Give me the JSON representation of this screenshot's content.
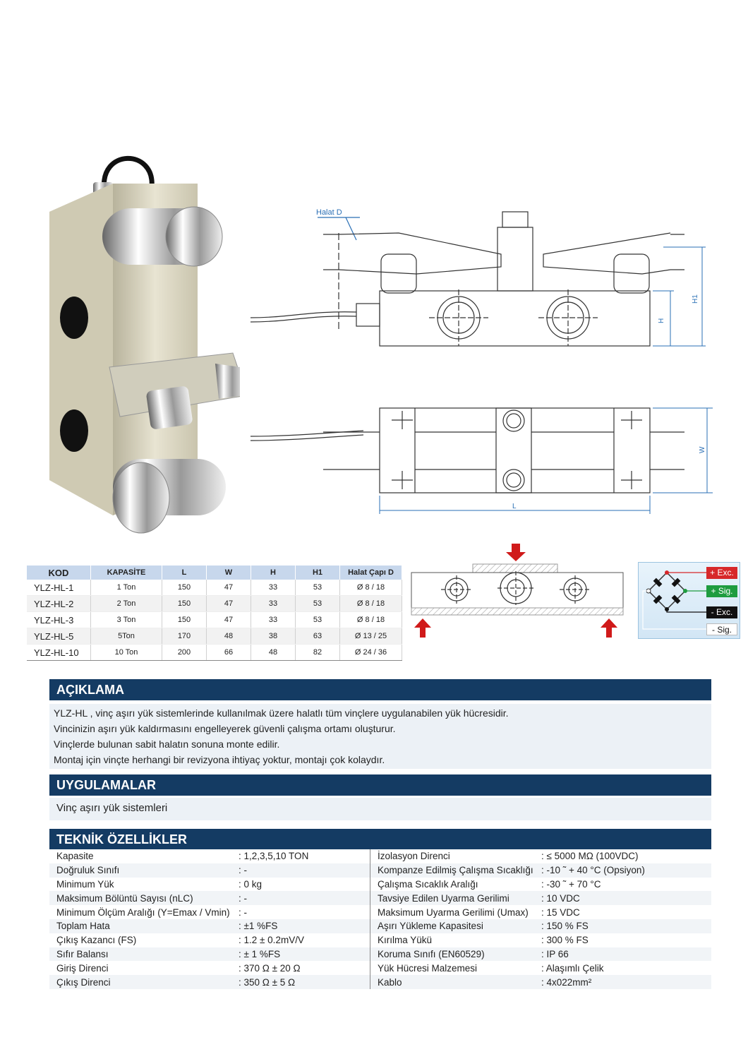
{
  "drawing": {
    "halat_label": "Halat D",
    "dim_h1": "H1",
    "dim_h": "H",
    "dim_w": "W",
    "dim_l": "L"
  },
  "wiring": {
    "exc_plus": "+ Exc.",
    "sig_plus": "+ Sig.",
    "exc_minus": "- Exc.",
    "sig_minus": "- Sig.",
    "colors": {
      "exc_plus": "#d7282a",
      "sig_plus": "#1e9c3f",
      "exc_minus": "#111111",
      "sig_minus": "#ffffff"
    }
  },
  "models_table": {
    "headers": [
      "KOD",
      "KAPASİTE",
      "L",
      "W",
      "H",
      "H1",
      "Halat Çapı D"
    ],
    "rows": [
      [
        "YLZ-HL-1",
        "1 Ton",
        "150",
        "47",
        "33",
        "53",
        "Ø 8 / 18"
      ],
      [
        "YLZ-HL-2",
        "2 Ton",
        "150",
        "47",
        "33",
        "53",
        "Ø 8 / 18"
      ],
      [
        "YLZ-HL-3",
        "3 Ton",
        "150",
        "47",
        "33",
        "53",
        "Ø 8 / 18"
      ],
      [
        "YLZ-HL-5",
        "5Ton",
        "170",
        "48",
        "38",
        "63",
        "Ø 13 / 25"
      ],
      [
        "YLZ-HL-10",
        "10 Ton",
        "200",
        "66",
        "48",
        "82",
        "Ø 24 / 36"
      ]
    ]
  },
  "aciklama": {
    "title": "AÇIKLAMA",
    "lines": [
      "YLZ-HL , vinç aşırı yük sistemlerinde kullanılmak üzere halatlı tüm vinçlere uygulanabilen yük hücresidir.",
      "Vincinizin aşırı yük kaldırmasını engelleyerek güvenli çalışma ortamı oluşturur.",
      "Vinçlerde bulunan sabit halatın sonuna monte edilir.",
      "Montaj için vinçte herhangi bir revizyona ihtiyaç yoktur, montajı çok kolaydır."
    ]
  },
  "uygulamalar": {
    "title": "UYGULAMALAR",
    "text": "Vinç aşırı yük sistemleri"
  },
  "teknik": {
    "title": "TEKNİK ÖZELLİKLER",
    "left": [
      {
        "k": "Kapasite",
        "v": ":   1,2,3,5,10 TON"
      },
      {
        "k": "Doğruluk Sınıfı",
        "v": ": -"
      },
      {
        "k": "Minimum Yük",
        "v": ": 0 kg"
      },
      {
        "k": "Maksimum Bölüntü Sayısı (nLC)",
        "v": ": -"
      },
      {
        "k": "Minimum Ölçüm Aralığı (Y=Emax / Vmin)",
        "v": ": -"
      },
      {
        "k": "Toplam Hata",
        "v": ": ±1 %FS"
      },
      {
        "k": "Çıkış Kazancı (FS)",
        "v": ": 1.2  ± 0.2mV/V"
      },
      {
        "k": "Sıfır Balansı",
        "v": ":  ± 1 %FS"
      },
      {
        "k": "Giriş Direnci",
        "v": ": 370 Ω ± 20 Ω"
      },
      {
        "k": "Çıkış Direnci",
        "v": ": 350 Ω ± 5 Ω"
      }
    ],
    "right": [
      {
        "k": "İzolasyon Direnci",
        "v": ":  ≤ 5000 MΩ (100VDC)"
      },
      {
        "k": "Kompanze Edilmiş Çalışma Sıcaklığı",
        "v": ": -10 ˜ + 40  °C (Opsiyon)"
      },
      {
        "k": "Çalışma Sıcaklık Aralığı",
        "v": ": -30 ˜ + 70  °C"
      },
      {
        "k": "Tavsiye Edilen Uyarma Gerilimi",
        "v": ": 10 VDC"
      },
      {
        "k": "Maksimum Uyarma Gerilimi (Umax)",
        "v": ": 15 VDC"
      },
      {
        "k": "Aşırı Yükleme Kapasitesi",
        "v": ": 150 % FS"
      },
      {
        "k": "Kırılma Yükü",
        "v": ": 300 % FS"
      },
      {
        "k": "Koruma Sınıfı (EN60529)",
        "v": ": IP 66"
      },
      {
        "k": "Yük Hücresi Malzemesi",
        "v": ": Alaşımlı Çelik"
      },
      {
        "k": "Kablo",
        "v": ": 4x022mm²"
      }
    ]
  }
}
